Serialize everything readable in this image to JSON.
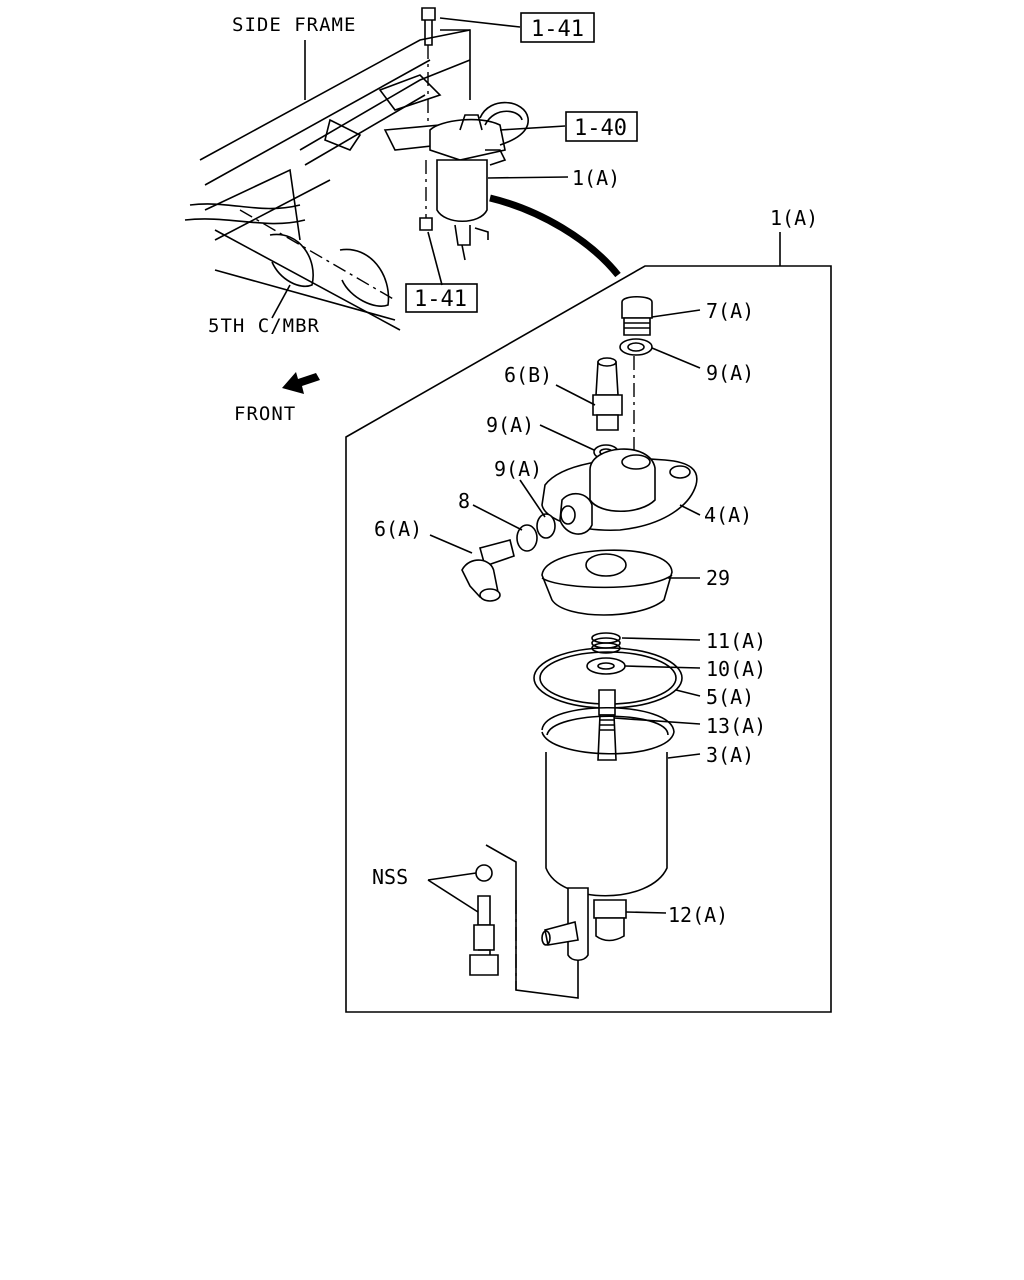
{
  "overview": {
    "side_frame": "SIDE FRAME",
    "crossmember": "5TH C/MBR",
    "front": "FRONT",
    "ref_bolt": "1-41",
    "ref_pipe": "1-40",
    "ref_nut": "1-41",
    "assembly": "1(A)"
  },
  "detail": {
    "frame_label": "1(A)",
    "parts": [
      "7(A)",
      "9(A)",
      "6(B)",
      "9(A)",
      "9(A)",
      "8",
      "4(A)",
      "6(A)",
      "29",
      "11(A)",
      "10(A)",
      "5(A)",
      "13(A)",
      "3(A)",
      "NSS",
      "12(A)"
    ]
  }
}
